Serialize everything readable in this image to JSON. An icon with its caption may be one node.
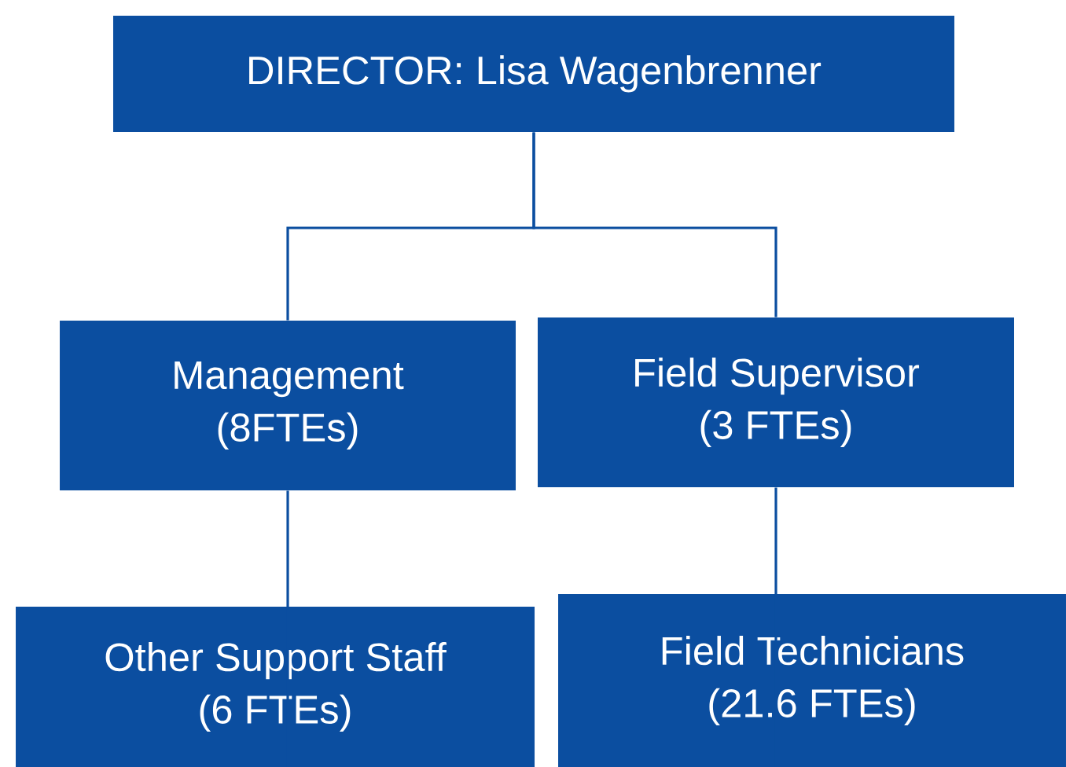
{
  "diagram": {
    "nodes": [
      {
        "text": [
          "DIRECTOR: Lisa Wagenbrenner"
        ]
      },
      {
        "text": [
          "Management",
          "(8FTEs)"
        ]
      },
      {
        "text": [
          "Field Supervisor",
          "(3 FTEs)"
        ]
      },
      {
        "text": [
          "Other Support Staff",
          "(6 FTEs)"
        ]
      },
      {
        "text": [
          "Field Technicians",
          "(21.6 FTEs)"
        ]
      }
    ],
    "edges": [
      {
        "from": 0,
        "to": 1,
        "arrow": "none"
      },
      {
        "from": 0,
        "to": 2,
        "arrow": "none"
      },
      {
        "from": 1,
        "to": 3,
        "arrow": "none"
      },
      {
        "from": 2,
        "to": 4,
        "arrow": "none"
      }
    ]
  }
}
